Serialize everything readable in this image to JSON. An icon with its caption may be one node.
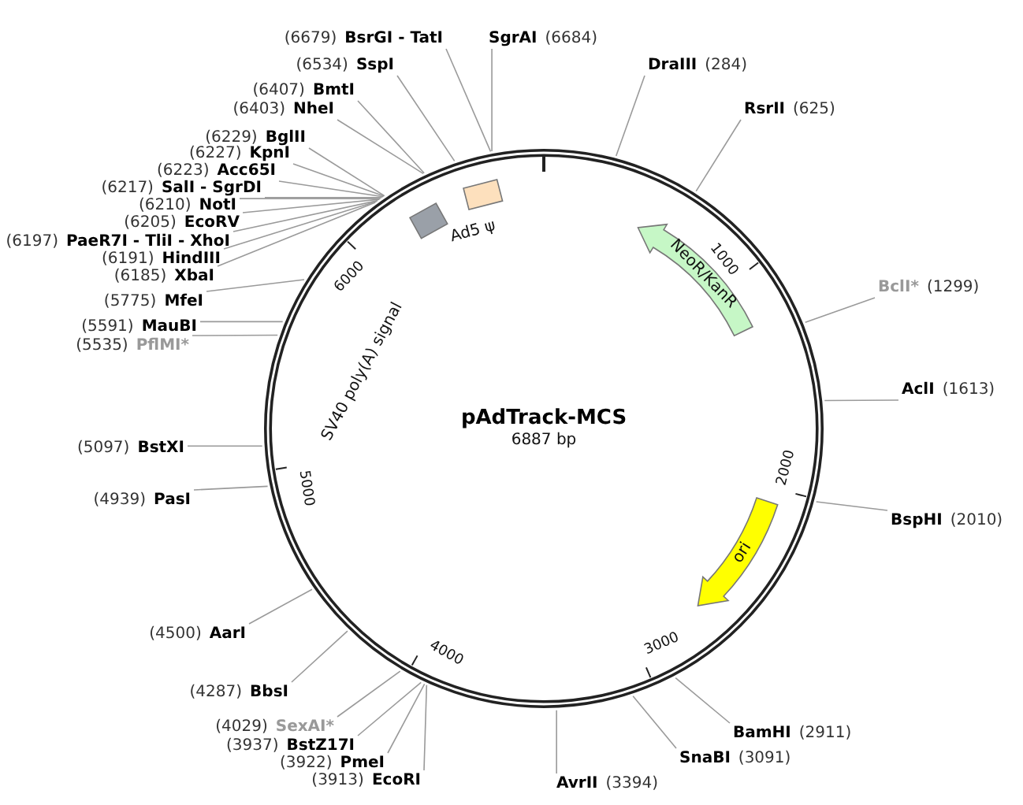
{
  "diagram": {
    "title": "pAdTrack-MCS",
    "nodes": [
      {
        "text": [
          "(6679)",
          "BsrGI - TatI"
        ]
      },
      {
        "text": [
          "SgrAI",
          "(6684)"
        ]
      },
      {
        "text": [
          "(6534)",
          "SspI"
        ]
      },
      {
        "text": [
          "DraIII",
          "(284)"
        ]
      },
      {
        "text": [
          "(6407)",
          "BmtI"
        ]
      },
      {
        "text": [
          "(6403)",
          "NheI"
        ]
      },
      {
        "text": [
          "RsrII",
          "(625)"
        ]
      },
      {
        "text": [
          "(6229)",
          "BglII"
        ]
      },
      {
        "text": [
          "(6227)",
          "KpnI"
        ]
      },
      {
        "text": [
          "(6223)",
          "Acc65I"
        ]
      },
      {
        "text": [
          "(6217)",
          "SalI - SgrDI"
        ]
      },
      {
        "text": [
          "(6210)",
          "NotI"
        ]
      },
      {
        "text": [
          "(6205)",
          "EcoRV"
        ]
      },
      {
        "text": [
          "(6197)",
          "PaeR7I - TliI - XhoI"
        ]
      },
      {
        "text": [
          "(6191)",
          "HindIII"
        ]
      },
      {
        "text": [
          "(6185)",
          "XbaI"
        ]
      },
      {
        "text": [
          "BclI*",
          "(1299)"
        ]
      },
      {
        "text": [
          "(5775)",
          "MfeI"
        ]
      },
      {
        "text": [
          "(5591)",
          "MauBI"
        ]
      },
      {
        "text": [
          "(5535)",
          "PflMI*"
        ]
      },
      {
        "text": [
          "AclI",
          "(1613)"
        ]
      },
      {
        "text": [
          "(5097)",
          "BstXI"
        ]
      },
      {
        "text": [
          "(4939)",
          "PasI"
        ]
      },
      {
        "text": [
          "BspHI",
          "(2010)"
        ]
      },
      {
        "text": [
          "(4500)",
          "AarI"
        ]
      },
      {
        "text": [
          "(4287)",
          "BbsI"
        ]
      },
      {
        "text": [
          "(4029)",
          "SexAI*"
        ]
      },
      {
        "text": [
          "BamHI",
          "(2911)"
        ]
      },
      {
        "text": [
          "(3937)",
          "BstZ17I"
        ]
      },
      {
        "text": [
          "SnaBI",
          "(3091)"
        ]
      },
      {
        "text": [
          "(3922)",
          "PmeI"
        ]
      },
      {
        "text": [
          "(3913)",
          "EcoRI"
        ]
      },
      {
        "text": [
          "AvrII",
          "(3394)"
        ]
      },
      {
        "text": [
          "Ad5 ψ"
        ]
      },
      {
        "text": [
          "SV40 poly(A) signal"
        ]
      },
      {
        "text": [
          "NeoR/KanR"
        ]
      },
      {
        "text": [
          "ori"
        ]
      }
    ],
    "edges": [
      {
        "from": 0,
        "to": null,
        "arrow": "none"
      },
      {
        "from": 1,
        "to": null,
        "arrow": "none"
      },
      {
        "from": 2,
        "to": null,
        "arrow": "none"
      },
      {
        "from": 3,
        "to": null,
        "arrow": "none"
      },
      {
        "from": 4,
        "to": null,
        "arrow": "none"
      },
      {
        "from": 5,
        "to": null,
        "arrow": "none"
      },
      {
        "from": 6,
        "to": null,
        "arrow": "none"
      },
      {
        "from": 7,
        "to": null,
        "arrow": "none"
      },
      {
        "from": 8,
        "to": null,
        "arrow": "none"
      },
      {
        "from": 9,
        "to": null,
        "arrow": "none"
      },
      {
        "from": 10,
        "to": null,
        "arrow": "none"
      },
      {
        "from": 11,
        "to": null,
        "arrow": "none"
      },
      {
        "from": 12,
        "to": null,
        "arrow": "none"
      },
      {
        "from": 13,
        "to": null,
        "arrow": "none"
      },
      {
        "from": 14,
        "to": null,
        "arrow": "none"
      },
      {
        "from": 15,
        "to": null,
        "arrow": "none"
      },
      {
        "from": 16,
        "to": null,
        "arrow": "none"
      },
      {
        "from": 17,
        "to": null,
        "arrow": "none"
      },
      {
        "from": 18,
        "to": null,
        "arrow": "none"
      },
      {
        "from": 19,
        "to": null,
        "arrow": "none"
      },
      {
        "from": 20,
        "to": null,
        "arrow": "none"
      },
      {
        "from": 21,
        "to": null,
        "arrow": "none"
      },
      {
        "from": 22,
        "to": null,
        "arrow": "none"
      },
      {
        "from": 23,
        "to": null,
        "arrow": "none"
      },
      {
        "from": 24,
        "to": null,
        "arrow": "none"
      },
      {
        "from": 25,
        "to": null,
        "arrow": "none"
      },
      {
        "from": 26,
        "to": null,
        "arrow": "none"
      },
      {
        "from": 27,
        "to": null,
        "arrow": "none"
      },
      {
        "from": 28,
        "to": null,
        "arrow": "none"
      },
      {
        "from": 29,
        "to": null,
        "arrow": "none"
      },
      {
        "from": 30,
        "to": null,
        "arrow": "none"
      },
      {
        "from": 31,
        "to": null,
        "arrow": "none"
      },
      {
        "from": 32,
        "to": null,
        "arrow": "none"
      }
    ],
    "labels": [
      "6887 bp",
      "1000",
      "2000",
      "3000",
      "4000",
      "5000",
      "6000"
    ]
  }
}
